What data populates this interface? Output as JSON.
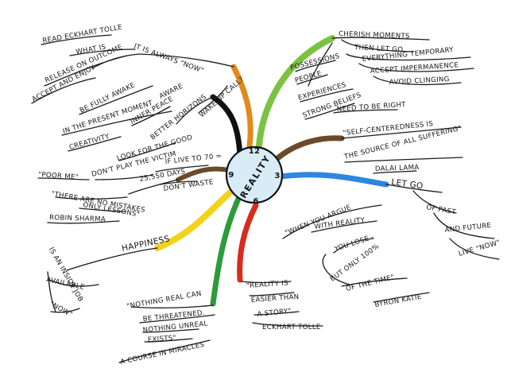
{
  "center": {
    "label": "REALITY",
    "clock": {
      "twelve": "12",
      "three": "3",
      "six": "6",
      "nine": "9"
    }
  },
  "branch_colors": {
    "green": "#7cc242",
    "brown": "#6b4a2b",
    "blue": "#2e86de",
    "red": "#d62c1f",
    "green_dark": "#2e9b3a",
    "yellow": "#f2d21b",
    "orange": "#e08a1e",
    "black": "#111111",
    "circle_fill": "#d7ecf7"
  },
  "nodes": {
    "cherish_moments": "CHERISH MOMENTS",
    "then_let_go": "THEN LET GO",
    "everything_temporary": "EVERYTHING TEMPORARY",
    "accept_impermanence": "ACCEPT IMPERMANENCE",
    "avoid_clinging": "AVOID CLINGING",
    "possessions": "POSSESSIONS",
    "people": "PEOPLE",
    "experiences": "EXPERIENCES",
    "strong_beliefs": "STRONG BELIEFS",
    "need_to_be_right": "NEED TO BE RIGHT",
    "self_centeredness": "\"SELF-CENTEREDNESS IS",
    "source_of_suffering": "THE SOURCE OF ALL SUFFERING\"",
    "dalai_lama": "DALAI LAMA",
    "let_go": "LET GO",
    "of_past": "OF PAST",
    "and_future": "AND FUTURE",
    "live_now": "LIVE \"NOW\"",
    "when_you_argue": "\"WHEN YOU ARGUE",
    "with_reality": "WITH REALITY",
    "you_lose": "YOU LOSE -",
    "but_only": "BUT ONLY 100%",
    "of_the_time": "OF THE TIME\"",
    "byron_katie": "BYRON KATIE",
    "reality_is": "\"REALITY IS",
    "easier_than": "EASIER THAN",
    "a_story": "A STORY\"",
    "eckhart_tolle_bottom": "ECKHART TOLLE",
    "nothing_real_can": "\"NOTHING REAL CAN",
    "be_threatened": "BE THREATENED.",
    "nothing_unreal": "NOTHING UNREAL",
    "exists": "EXISTS\"",
    "course_in_miracles": "A COURSE IN MIRACLES",
    "happiness": "HAPPINESS",
    "is_an_inside_job": "IS AN INSIDE JOB",
    "available": "AVAILABLE",
    "now_quote": "\"NOW\"",
    "there_are_no_mistakes": "\"THERE ARE NO MISTAKES",
    "only_lessons": "ONLY LESSONS\"",
    "robin_sharma": "ROBIN SHARMA",
    "poor_me": "\"POOR ME\"",
    "dont_play_victim": "DON'T PLAY THE VICTIM",
    "if_live_to_70": "IF LIVE TO 70 =",
    "days": "25,550 DAYS",
    "dont_waste": "DON'T WASTE",
    "look_for_good": "LOOK FOR THE GOOD",
    "better_horizons": "BETTER HORIZONS",
    "wake_up_call": "WAKE UP CALL?",
    "in_present_moment": "IN THE PRESENT MOMENT",
    "inner_peace": "INNER PEACE",
    "aware": "AWARE",
    "creativity": "CREATIVITY",
    "be_fully_awake": "BE FULLY AWAKE",
    "accept_and_enjoy": "ACCEPT AND ENJOY",
    "release_on_outcome": "RELEASE ON OUTCOME",
    "what_is": "WHAT IS",
    "read_eckhart_tolle": "READ ECKHART TOLLE",
    "it_is_always_now": "IT IS ALWAYS \"NOW\""
  }
}
